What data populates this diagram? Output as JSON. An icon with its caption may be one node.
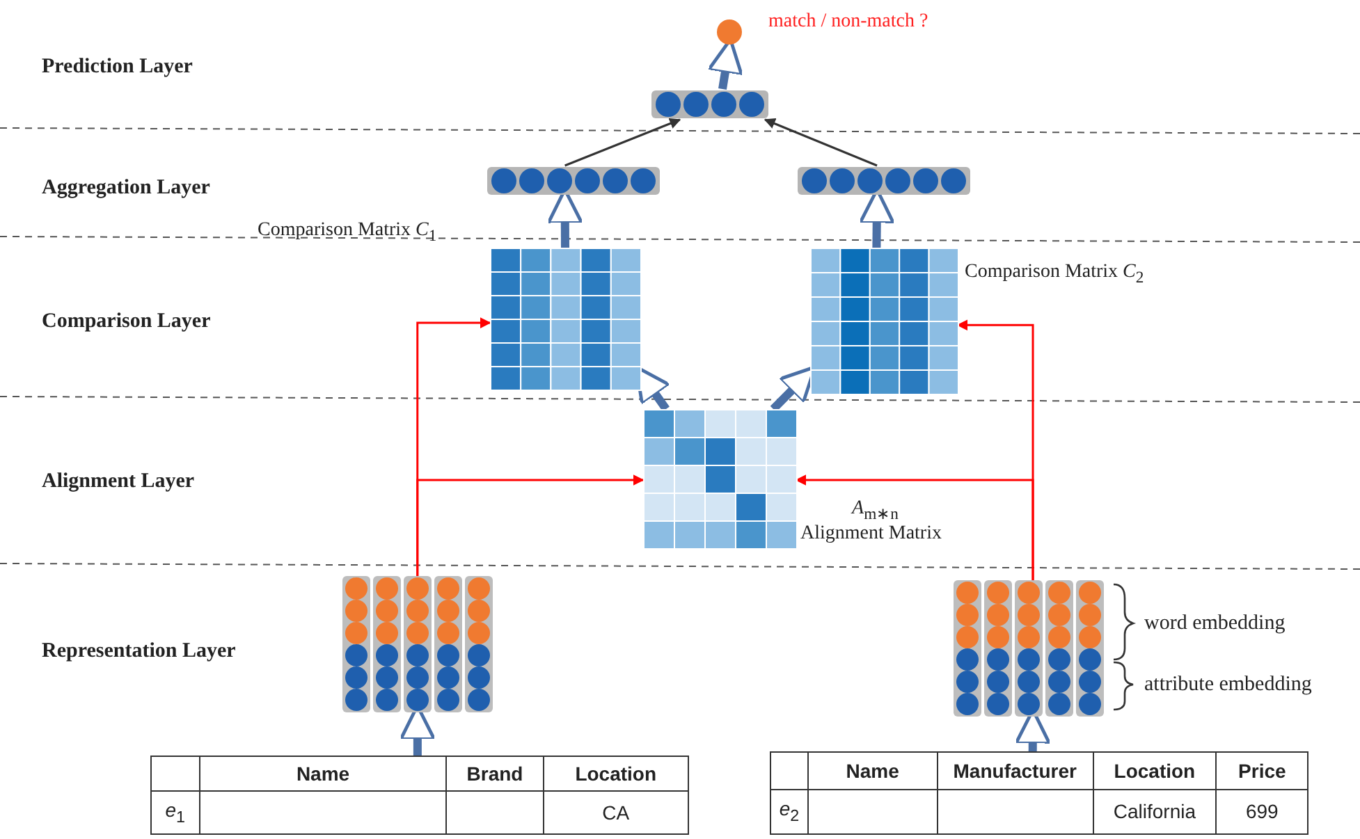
{
  "diagram": {
    "nodes": [
      {
        "text": [],
        "shape": "circle",
        "beside": [
          "match / non-match ?"
        ]
      },
      {
        "text": [],
        "shape": "bar"
      },
      {
        "text": [],
        "shape": "bar"
      },
      {
        "text": [],
        "shape": "bar"
      },
      {
        "text": [
          "Comparison Matrix *C*$_{1}$"
        ]
      },
      {
        "text": [
          "Comparison Matrix *C*$_{2}$"
        ]
      },
      {
        "text": [
          "*A*$_{m∗n}$",
          "Alignment Matrix"
        ]
      },
      {
        "text": [],
        "shape": "picture"
      },
      {
        "text": [],
        "shape": "picture"
      },
      {
        "text": [
          "Name",
          "Brand",
          "Location",
          "*e*$_{1}$",
          "CA"
        ]
      },
      {
        "text": [
          "Name",
          "Manufacturer",
          "Location",
          "Price",
          "*e*$_{2}$",
          "California",
          "699"
        ]
      }
    ],
    "edges": [
      {
        "from": 9,
        "to": 7,
        "arrow": "to"
      },
      {
        "from": 10,
        "to": 8,
        "arrow": "to"
      },
      {
        "from": 7,
        "to": 4,
        "arrow": "to",
        "color": "#ff0000"
      },
      {
        "from": 7,
        "to": 6,
        "arrow": "to",
        "color": "#ff0000"
      },
      {
        "from": 8,
        "to": 5,
        "arrow": "to",
        "color": "#ff0000"
      },
      {
        "from": 8,
        "to": 6,
        "arrow": "to",
        "color": "#ff0000"
      },
      {
        "from": 6,
        "to": 4,
        "arrow": "to"
      },
      {
        "from": 6,
        "to": 5,
        "arrow": "to"
      },
      {
        "from": 4,
        "to": 2,
        "arrow": "to"
      },
      {
        "from": 5,
        "to": 3,
        "arrow": "to"
      },
      {
        "from": 2,
        "to": 1,
        "arrow": "to",
        "color": "#333333"
      },
      {
        "from": 3,
        "to": 1,
        "arrow": "to",
        "color": "#333333"
      },
      {
        "from": 1,
        "to": 0,
        "arrow": "to"
      }
    ],
    "labels": [
      "Prediction Layer",
      "Aggregation Layer",
      "Comparison Layer",
      "Alignment Layer",
      "Representation Layer",
      "word embedding",
      "attribute embedding"
    ]
  }
}
